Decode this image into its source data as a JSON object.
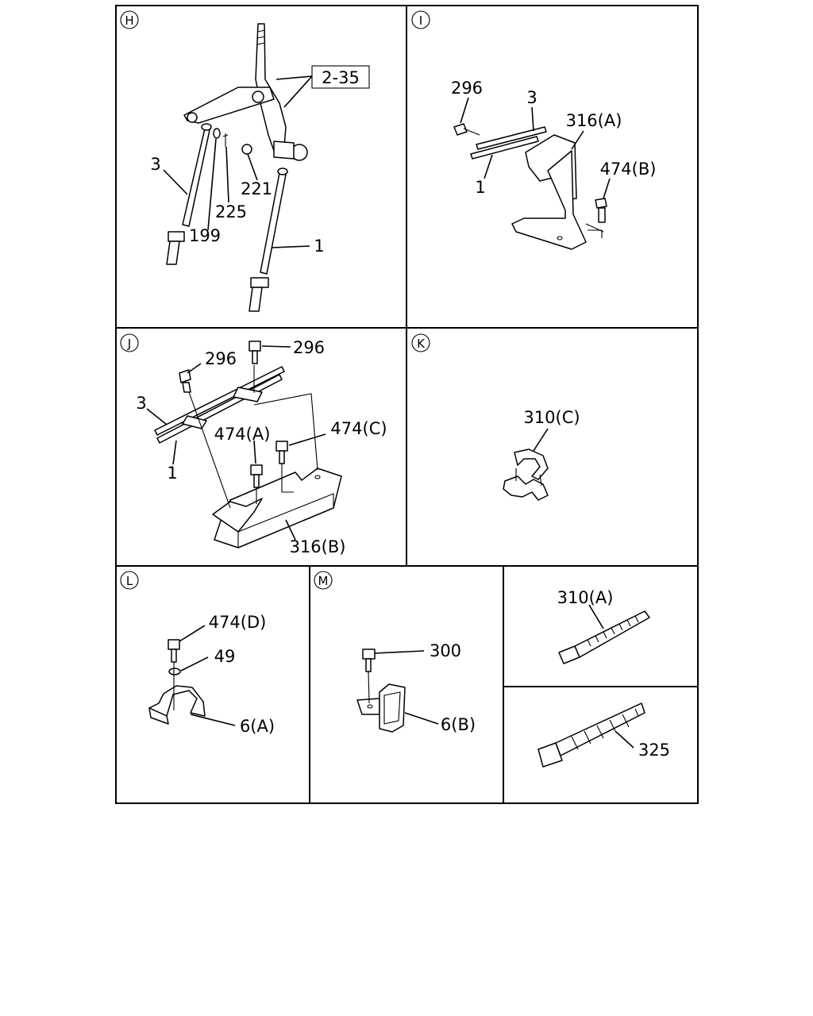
{
  "panels": {
    "h": {
      "letter": "H",
      "callouts": {
        "a": "2-35",
        "b": "3",
        "c": "221",
        "d": "225",
        "e": "199",
        "f": "1"
      }
    },
    "i": {
      "letter": "I",
      "callouts": {
        "a": "296",
        "b": "3",
        "c": "316(A)",
        "d": "474(B)",
        "e": "1"
      }
    },
    "j": {
      "letter": "J",
      "callouts": {
        "a": "296",
        "b": "296",
        "c": "3",
        "d": "474(C)",
        "e": "474(A)",
        "f": "1",
        "g": "316(B)"
      }
    },
    "k": {
      "letter": "K",
      "callouts": {
        "a": "310(C)"
      }
    },
    "l": {
      "letter": "L",
      "callouts": {
        "a": "474(D)",
        "b": "49",
        "c": "6(A)"
      }
    },
    "m": {
      "letter": "M",
      "callouts": {
        "a": "300",
        "b": "6(B)"
      }
    },
    "n": {
      "callouts": {
        "a": "310(A)"
      }
    },
    "o": {
      "callouts": {
        "a": "325"
      }
    }
  }
}
